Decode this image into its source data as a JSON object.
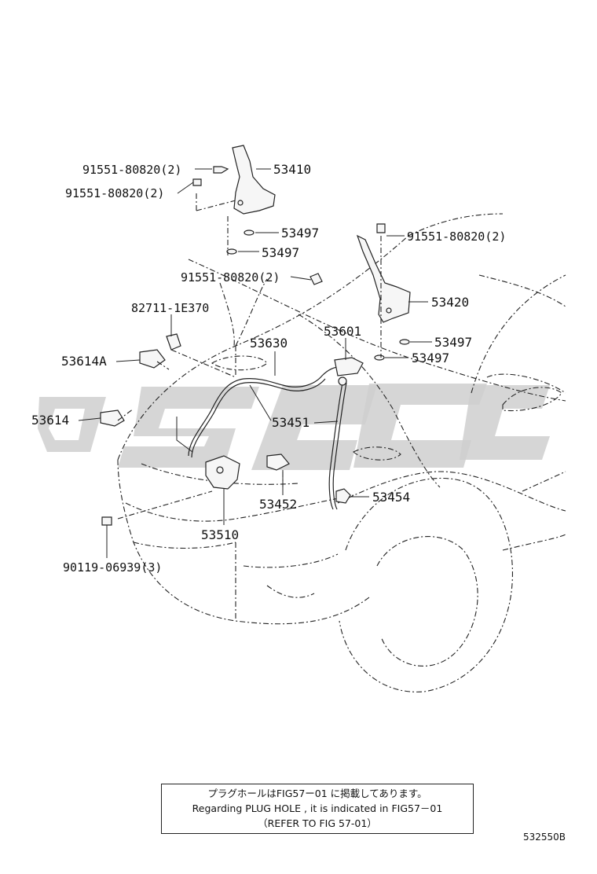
{
  "labels": {
    "p53410": "53410",
    "bolt_hinge_l1": "91551-80820(2)",
    "bolt_hinge_l2": "91551-80820(2)",
    "p53497_a": "53497",
    "p53497_b": "53497",
    "bolt_hinge_r": "91551-80820(2)",
    "bolt_mid": "91551-80820(2)",
    "p53420": "53420",
    "p53497_c": "53497",
    "p53497_d": "53497",
    "clip_82711": "82711-1E370",
    "p53601": "53601",
    "p53630": "53630",
    "p53614a": "53614A",
    "p53614": "53614",
    "p53451": "53451",
    "p53454": "53454",
    "p53452": "53452",
    "p53510": "53510",
    "bolt_lock": "90119-06939(3)"
  },
  "note": {
    "line1": "プラグホールはFIG57ー01 に掲載してあります。",
    "line2": "Regarding  PLUG HOLE  , it is  indicated  in  FIG57－01",
    "line3": "（REFER TO FIG  57-01）"
  },
  "figure_code": "532550B"
}
